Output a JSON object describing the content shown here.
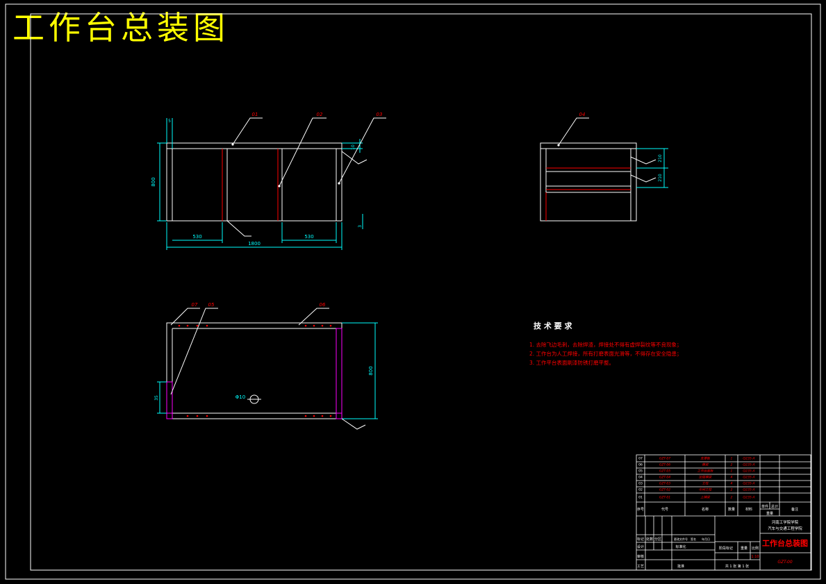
{
  "title": "工作台总装图",
  "colors": {
    "background": "#000000",
    "outline": "#ffffff",
    "dimension": "#00ffff",
    "accent": "#ff0000",
    "leader": "#ffffff",
    "title": "#ffff00",
    "weld": "#ff00ff"
  },
  "front_view": {
    "dims": {
      "height": "800",
      "width_total": "1800",
      "left_bay": "530",
      "right_bay": "530",
      "top_gap": "5",
      "bottom_gap": "3",
      "right_gap": "10"
    },
    "callouts": [
      "01",
      "02",
      "03"
    ]
  },
  "side_view": {
    "dims": {
      "upper": "210",
      "lower": "210"
    },
    "callouts": [
      "04"
    ]
  },
  "top_view": {
    "dims": {
      "depth": "800",
      "left_plate": "35",
      "hole": "Φ10"
    },
    "callouts": [
      "07",
      "05",
      "06"
    ]
  },
  "technical_requirements": {
    "heading": "技 术 要 求",
    "items": [
      "1. 去除飞边毛刺，去除焊渣，焊接处不得有虚焊裂纹等不良现象；",
      "2. 工作台为人工焊接，所有打磨表面光滑等，不得存在安全隐患；",
      "3. 工作平台表面刷漆防锈打磨平整。"
    ]
  },
  "parts_list": {
    "rows": [
      {
        "no": "07",
        "code": "GZT-07",
        "name": "支撑板",
        "qty": "1",
        "material": "Q235-A"
      },
      {
        "no": "06",
        "code": "GZT-06",
        "name": "横梁",
        "qty": "2",
        "material": "Q235-A"
      },
      {
        "no": "05",
        "code": "GZT-05",
        "name": "工作台面板",
        "qty": "1",
        "material": "Q235-A"
      },
      {
        "no": "04",
        "code": "GZT-04",
        "name": "加强横梁",
        "qty": "4",
        "material": "Q235-A"
      },
      {
        "no": "03",
        "code": "GZT-03",
        "name": "立柱",
        "qty": "4",
        "material": "Q235-A"
      },
      {
        "no": "02",
        "code": "GZT-02",
        "name": "中间立柱",
        "qty": "2",
        "material": "Q235-A"
      },
      {
        "no": "01",
        "code": "GZT-01",
        "name": "上横梁",
        "qty": "2",
        "material": "Q235-A"
      }
    ],
    "header": {
      "no": "序号",
      "code": "代号",
      "name": "名称",
      "qty": "数量",
      "material": "材料",
      "unit_weight": "单件",
      "total_weight": "总计",
      "weight": "重量",
      "remark": "备注"
    }
  },
  "title_block": {
    "school": "河南工学院学院",
    "department": "汽车与交通工程学院",
    "drawing_name": "工作台总装图",
    "drawing_code": "GZT-00",
    "scale_label": "比例",
    "scale": "1:10",
    "weight_label": "重量",
    "stage_label": "阶段标记",
    "sheets": "共 1 张  第 1 张",
    "labels": {
      "mark": "标记",
      "count": "处数",
      "zone": "分区",
      "change_doc": "更改文件号",
      "signature": "签名",
      "date": "年月日",
      "design": "设计",
      "standardize": "标准化",
      "review": "审核",
      "process": "工艺",
      "approve": "批准"
    }
  }
}
